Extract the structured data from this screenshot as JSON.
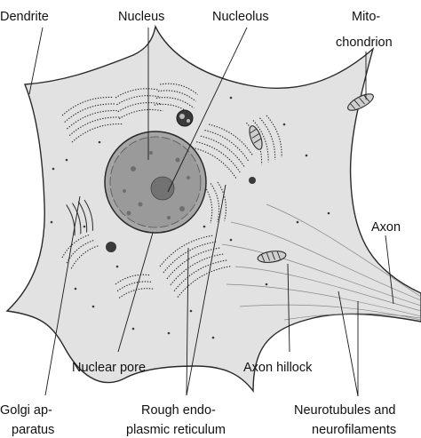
{
  "diagram": {
    "labels": {
      "dendrite": "Dendrite",
      "nucleus": "Nucleus",
      "nucleolus": "Nucleolus",
      "mito_line1": "Mito-",
      "mito_line2": "chondrion",
      "axon": "Axon",
      "nuclear_pore": "Nuclear pore",
      "axon_hillock": "Axon hillock",
      "golgi_line1": "Golgi ap-",
      "golgi_line2": "paratus",
      "rer_line1": "Rough endo-",
      "rer_line2": "plasmic reticulum",
      "neuro_line1": "Neurotubules and",
      "neuro_line2": "neurofilaments"
    }
  }
}
